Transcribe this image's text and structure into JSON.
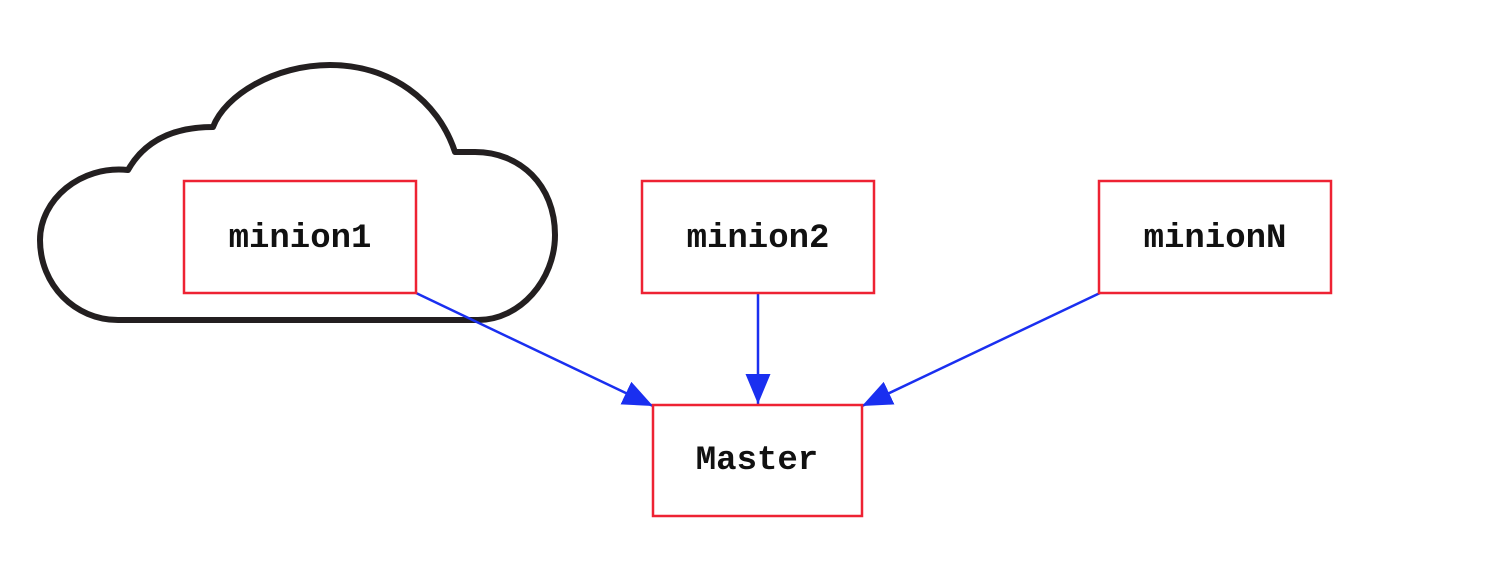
{
  "colors": {
    "node_border": "#ee2233",
    "edge": "#1a2ff0",
    "cloud": "#231f20",
    "label": "#111111"
  },
  "nodes": [
    {
      "id": "minion1",
      "label": "minion1"
    },
    {
      "id": "minion2",
      "label": "minion2"
    },
    {
      "id": "minionN",
      "label": "minionN"
    },
    {
      "id": "master",
      "label": "Master"
    }
  ],
  "edges": [
    {
      "from": "minion1",
      "to": "master"
    },
    {
      "from": "minion2",
      "to": "master"
    },
    {
      "from": "minionN",
      "to": "master"
    }
  ],
  "groups": [
    {
      "shape": "cloud-icon",
      "contains": [
        "minion1"
      ]
    }
  ]
}
